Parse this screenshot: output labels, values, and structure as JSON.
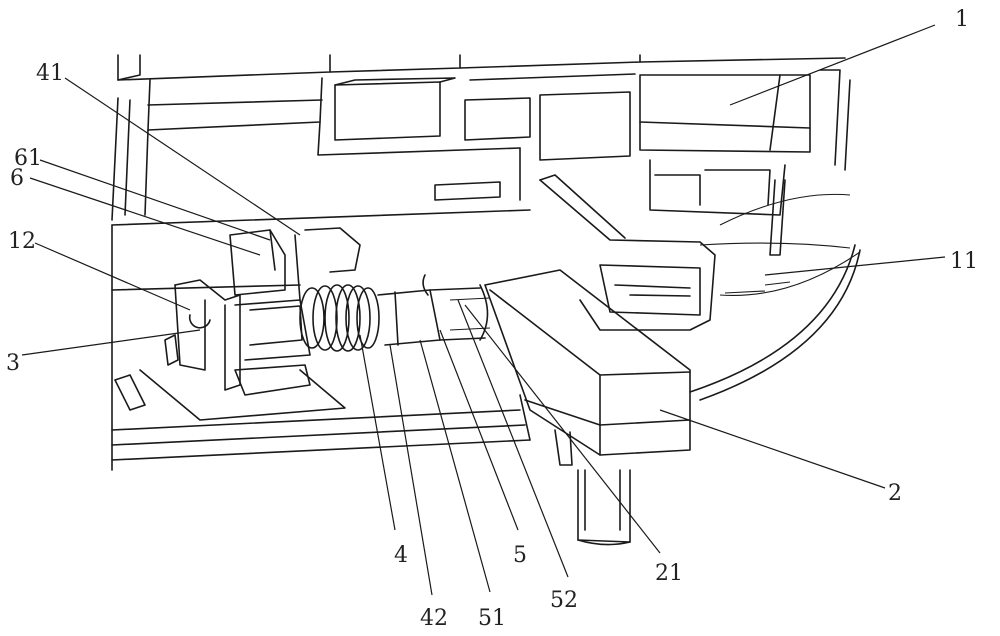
{
  "figure": {
    "labels": [
      {
        "id": "1",
        "text": "1"
      },
      {
        "id": "41",
        "text": "41"
      },
      {
        "id": "61",
        "text": "61"
      },
      {
        "id": "6",
        "text": "6"
      },
      {
        "id": "12",
        "text": "12"
      },
      {
        "id": "3",
        "text": "3"
      },
      {
        "id": "11",
        "text": "11"
      },
      {
        "id": "2",
        "text": "2"
      },
      {
        "id": "4",
        "text": "4"
      },
      {
        "id": "42",
        "text": "42"
      },
      {
        "id": "51",
        "text": "51"
      },
      {
        "id": "5",
        "text": "5"
      },
      {
        "id": "52",
        "text": "52"
      },
      {
        "id": "21",
        "text": "21"
      }
    ]
  }
}
